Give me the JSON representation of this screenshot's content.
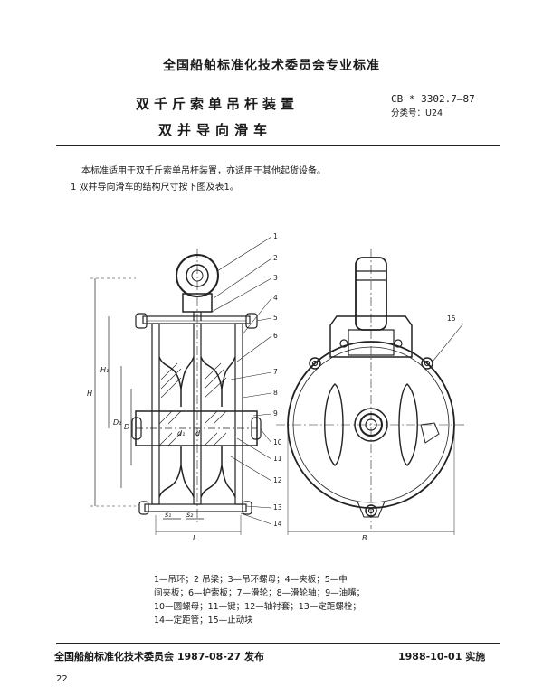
{
  "header": {
    "organization": "全国船舶标准化技术委员会专业标准",
    "title_line1": "双千斤索单吊杆装置",
    "title_line2": "双并导向滑车",
    "standard_code": "CB * 3302.7—87",
    "classification": "分类号：U24"
  },
  "intro": {
    "line1": "本标准适用于双千斤索单吊杆装置，亦适用于其他起货设备。",
    "line2": "1  双并导向滑车的结构尺寸按下图及表1。"
  },
  "figure": {
    "callouts": [
      "1",
      "2",
      "3",
      "4",
      "5",
      "6",
      "7",
      "8",
      "9",
      "10",
      "11",
      "12",
      "13",
      "14",
      "15"
    ],
    "dimension_labels": {
      "H": "H",
      "H1": "H₁",
      "D1": "D₁",
      "D": "D",
      "s1": "s₁",
      "s2": "s₂",
      "L": "L",
      "B": "B",
      "d1": "d₁",
      "d": "d"
    }
  },
  "legend": {
    "line1": "1—吊环；2  吊梁；3—吊环螺母；4—夹板；5—中",
    "line2": "间夹板；6—护索板；7—滑轮；8—滑轮轴；9—油嘴；",
    "line3": "10—圆螺母；11—键；12—轴衬套；13—定距螺栓；",
    "line4": "14—定距管；15—止动块"
  },
  "footer": {
    "issued": "全国船舶标准化技术委员会 1987-08-27 发布",
    "effective": "1988-10-01 实施",
    "page_number": "22"
  }
}
